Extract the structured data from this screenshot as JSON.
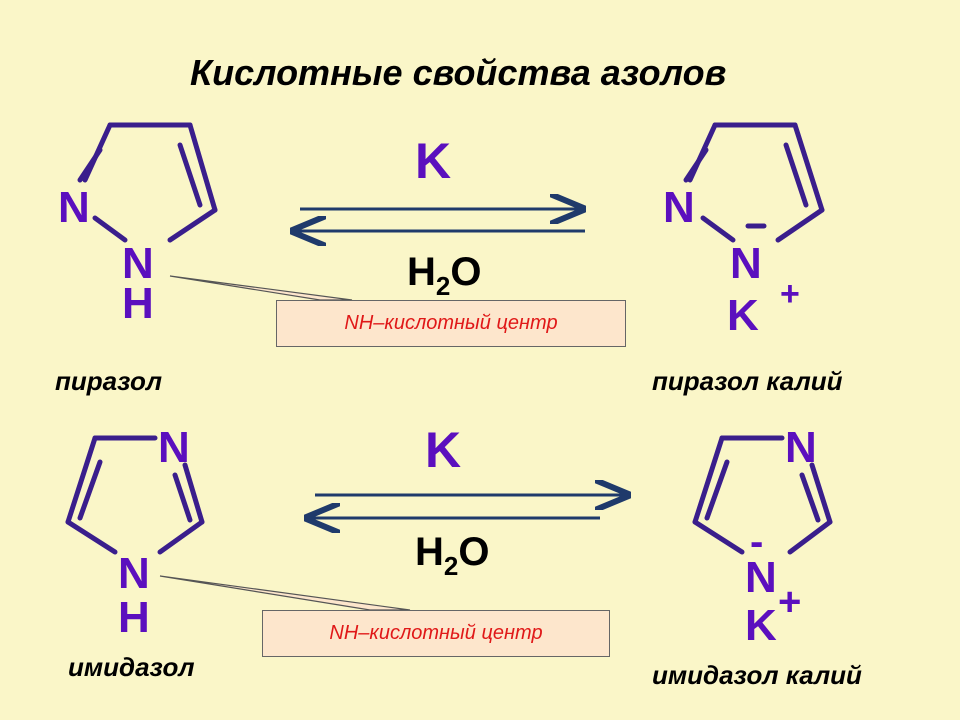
{
  "title": "Кислотные свойства азолов",
  "atoms": {
    "N": "N",
    "H": "H",
    "K": "K",
    "plus": "+",
    "minus": "-"
  },
  "reagents": {
    "top": "K",
    "bottom_main": "H",
    "bottom_sub": "2",
    "bottom_tail": "O"
  },
  "callout": "NH–кислотный центр",
  "names": {
    "pyrazole": "пиразол",
    "pyrazole_k": "пиразол калий",
    "imidazole": "имидазол",
    "imidazole_k": "имидазол калий"
  },
  "colors": {
    "background": "#FAF6C8",
    "bonds": "#3A1E8C",
    "atoms": "#5B0FBE",
    "arrows": "#1F3A6B",
    "callout_text": "#E01818",
    "callout_fill": "#FDE6CC"
  }
}
